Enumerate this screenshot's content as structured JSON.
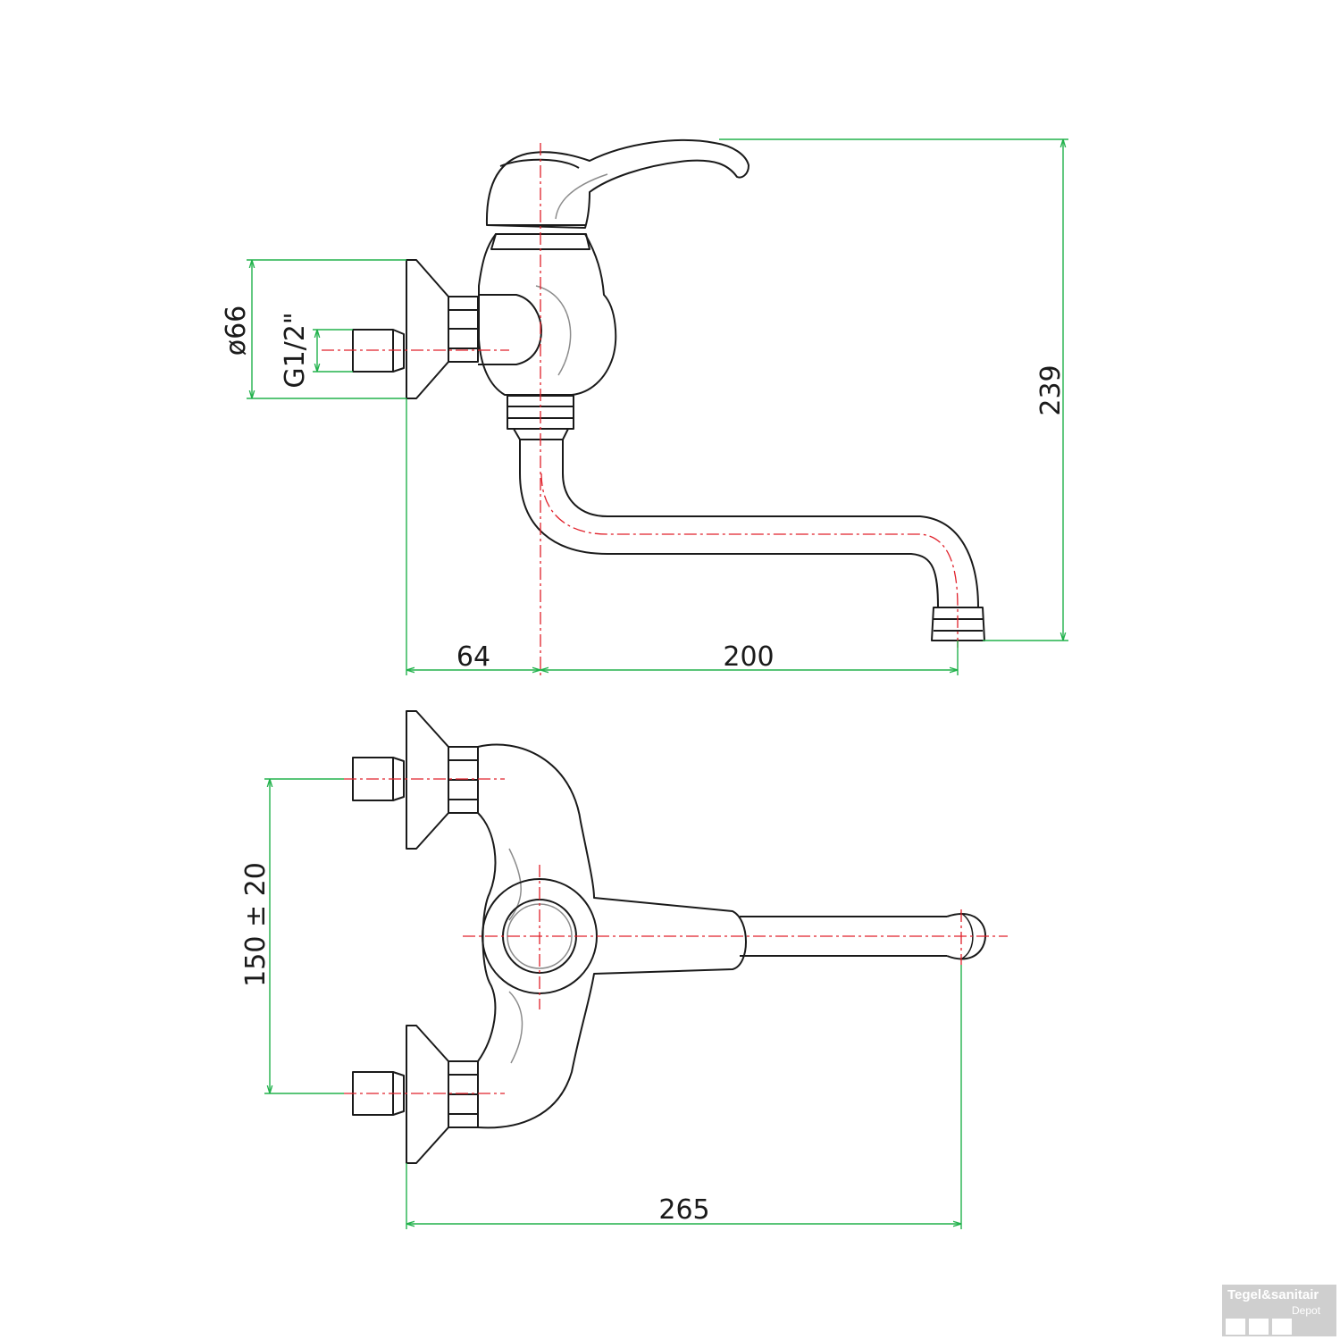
{
  "dimensions": {
    "flange_diameter": "ø66",
    "thread": "G1/2\"",
    "height": "239",
    "wall_to_axis": "64",
    "spout_reach": "200",
    "inlet_spacing": "150 ± 20",
    "overall_width": "265"
  },
  "watermark": {
    "title": "Tegel&sanitair",
    "subtitle": "Depot"
  },
  "colors": {
    "outline": "#1a1a1a",
    "hidden_line": "#8c8c8c",
    "center_line": "#e0202a",
    "dimension_line": "#22b24c",
    "watermark_bg": "#cfcfcf"
  }
}
